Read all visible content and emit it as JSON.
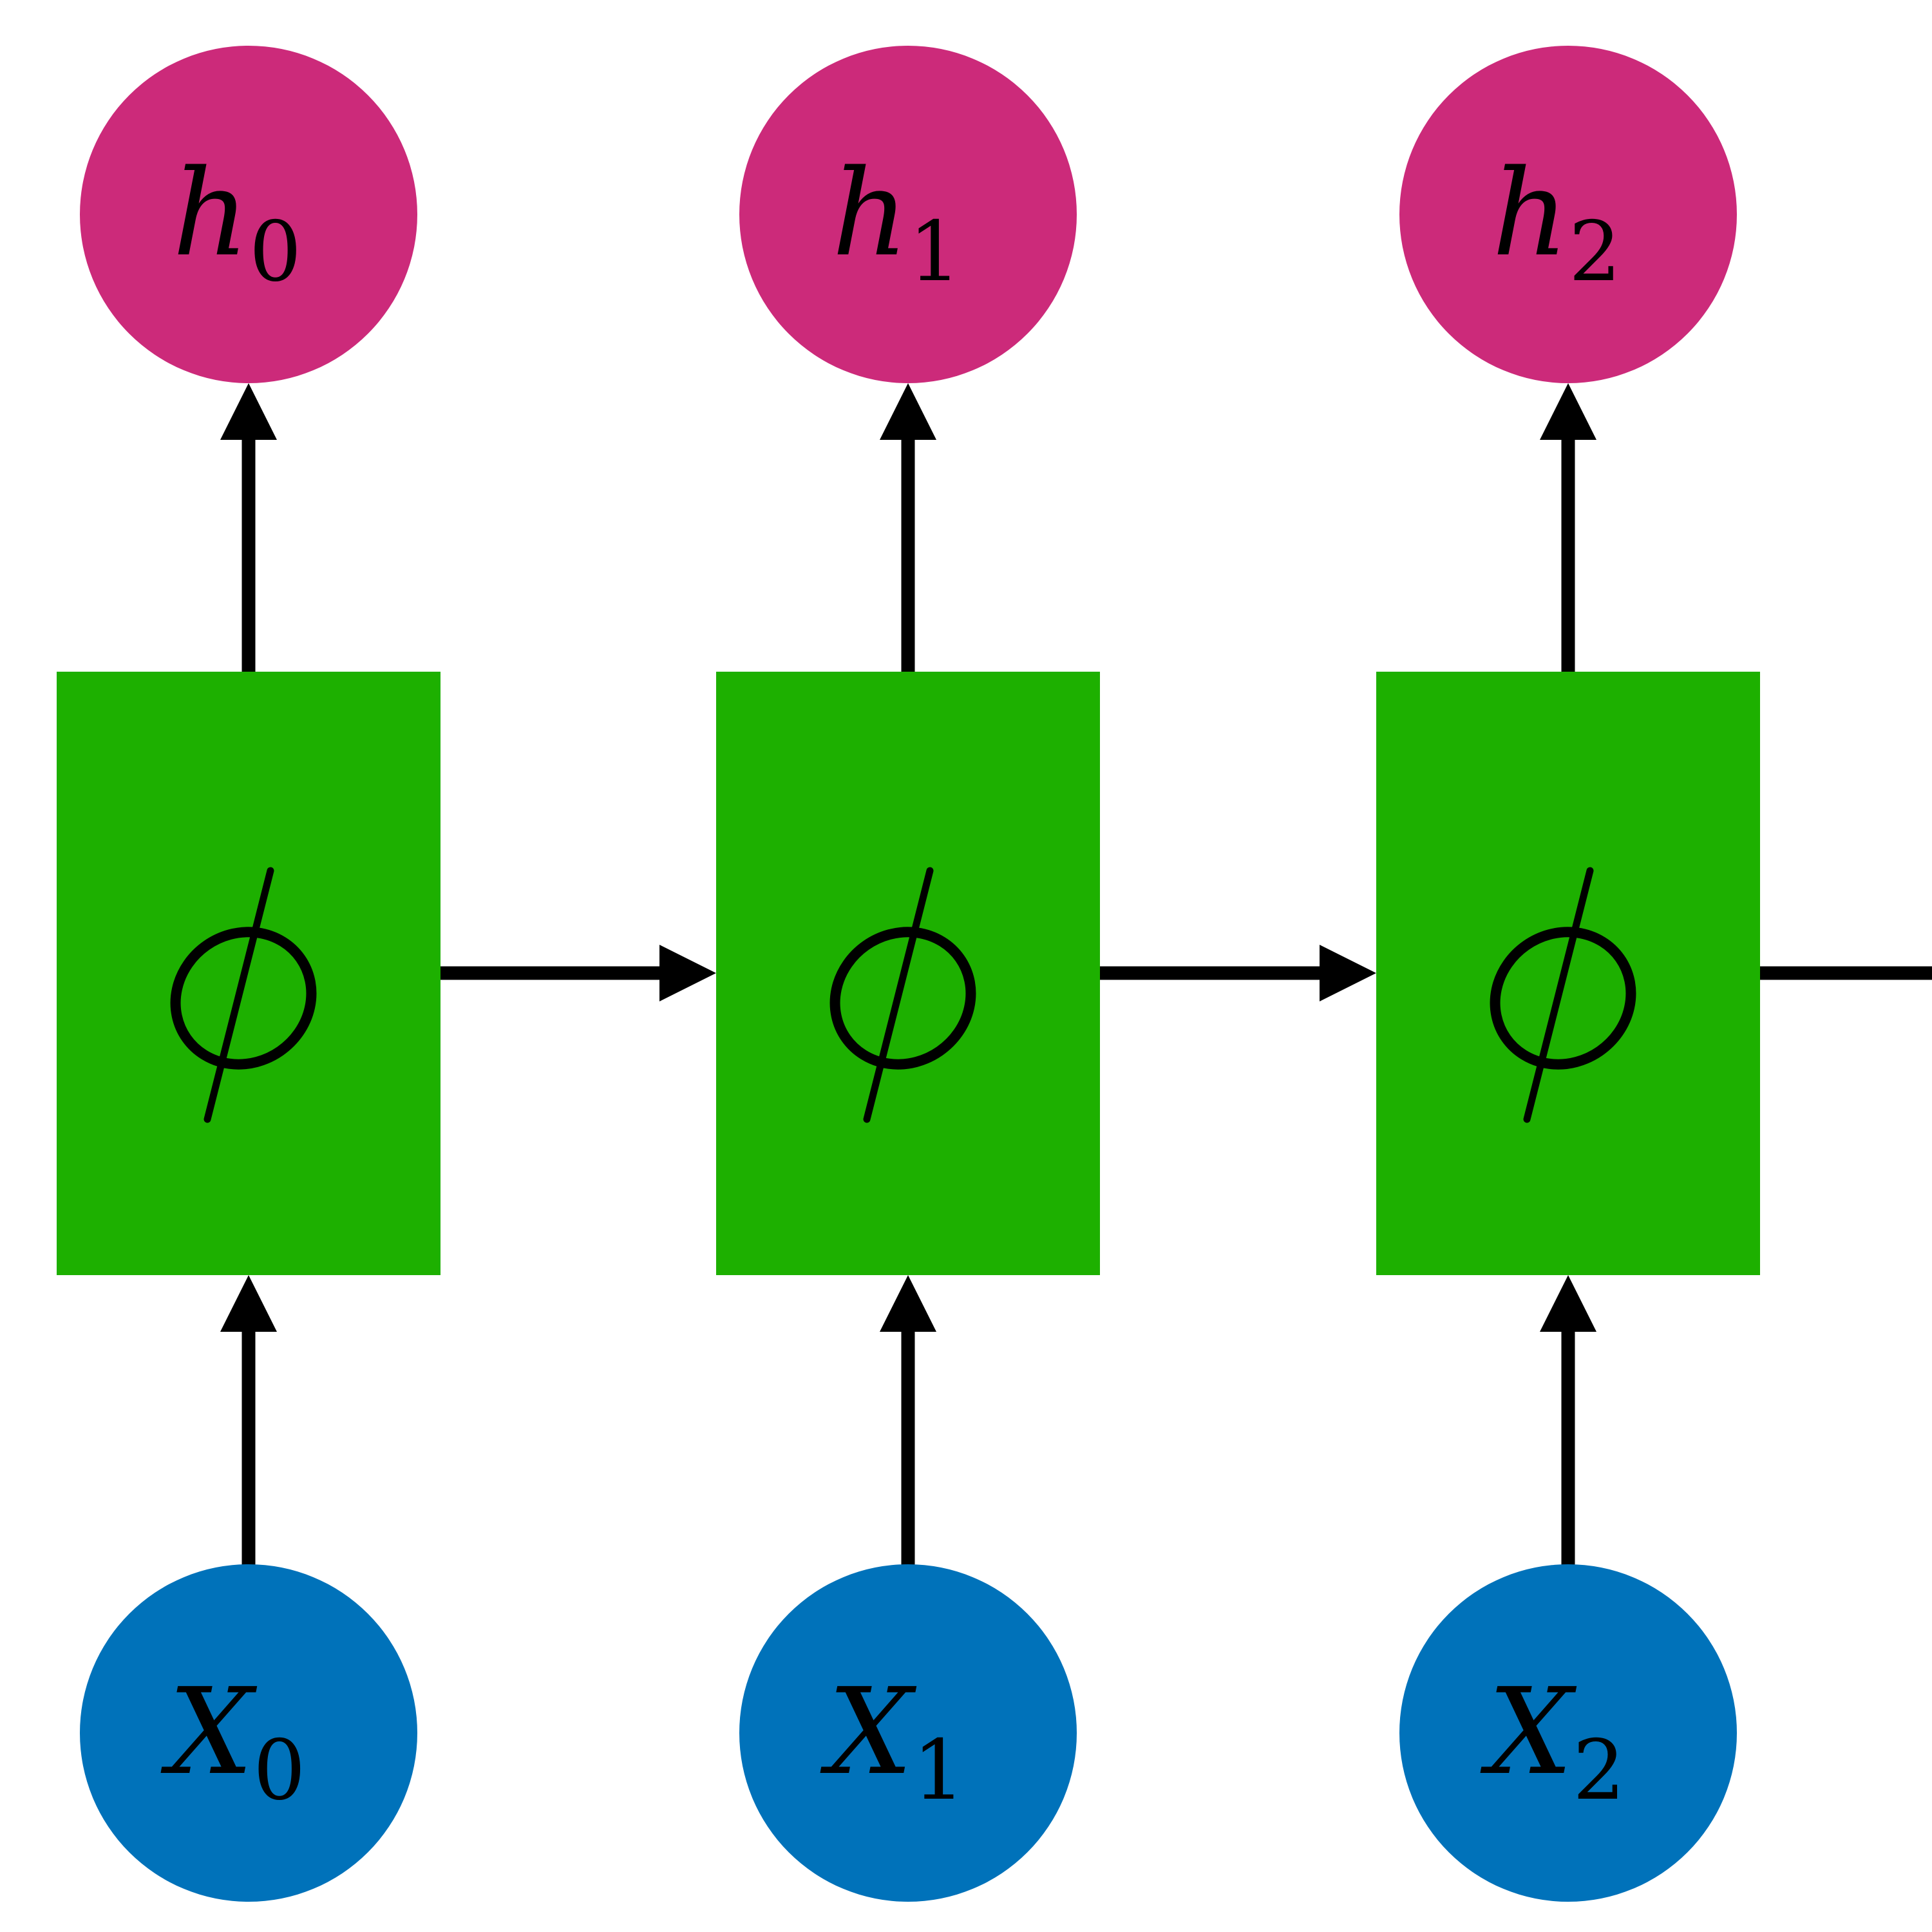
{
  "diagram": {
    "title": "Unrolled recurrent neural network",
    "colors": {
      "hidden_node": "#CC2A7A",
      "cell": "#1DB000",
      "input_node": "#0072BA",
      "edge": "#000000",
      "background": "#FFFFFF"
    },
    "cell_symbol": "φ",
    "steps": [
      {
        "hidden": {
          "base": "h",
          "sub": "0"
        },
        "cell": "φ",
        "input": {
          "base": "X",
          "sub": "0"
        }
      },
      {
        "hidden": {
          "base": "h",
          "sub": "1"
        },
        "cell": "φ",
        "input": {
          "base": "X",
          "sub": "1"
        }
      },
      {
        "hidden": {
          "base": "h",
          "sub": "2"
        },
        "cell": "φ",
        "input": {
          "base": "X",
          "sub": "2"
        }
      }
    ],
    "edges": [
      {
        "from": "X0",
        "to": "phi0",
        "type": "arrow"
      },
      {
        "from": "phi0",
        "to": "h0",
        "type": "arrow"
      },
      {
        "from": "X1",
        "to": "phi1",
        "type": "arrow"
      },
      {
        "from": "phi1",
        "to": "h1",
        "type": "arrow"
      },
      {
        "from": "X2",
        "to": "phi2",
        "type": "arrow"
      },
      {
        "from": "phi2",
        "to": "h2",
        "type": "arrow"
      },
      {
        "from": "phi0",
        "to": "phi1",
        "type": "arrow"
      },
      {
        "from": "phi1",
        "to": "phi2",
        "type": "arrow"
      },
      {
        "from": "phi2",
        "to": "offscreen-right",
        "type": "line"
      }
    ]
  }
}
